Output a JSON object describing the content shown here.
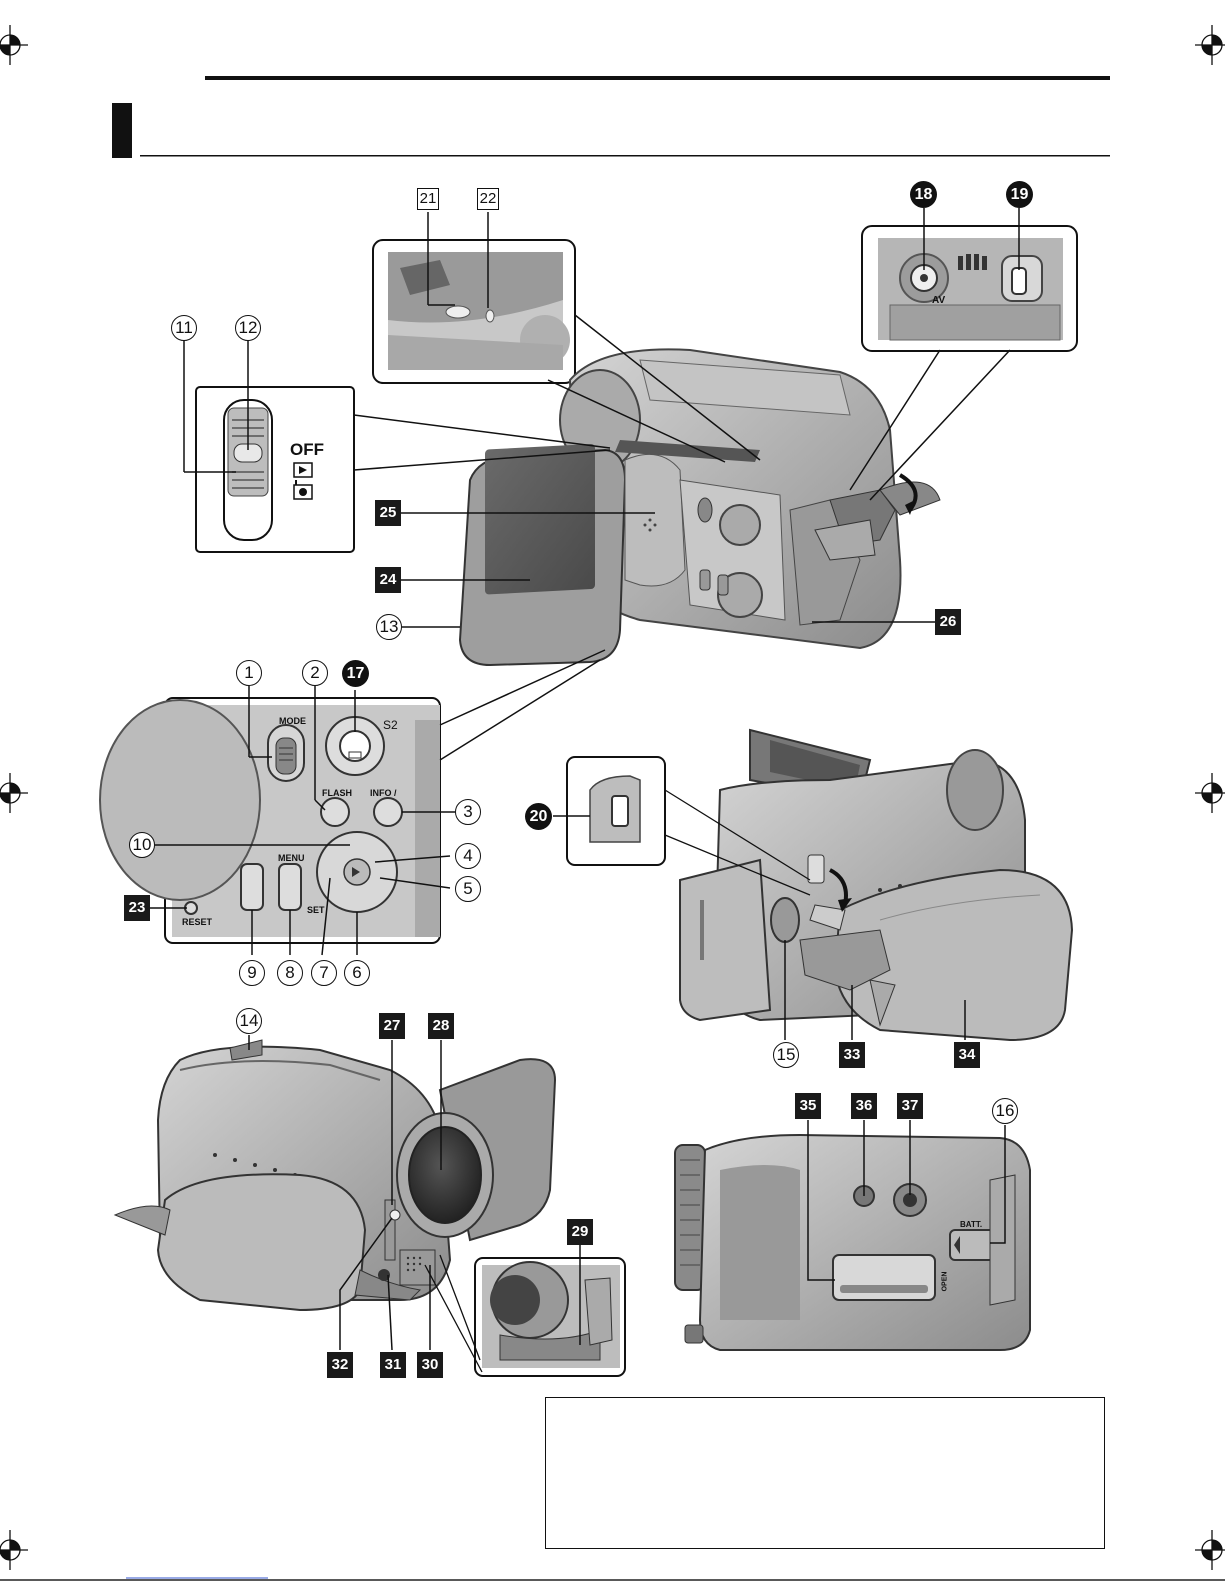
{
  "callouts": {
    "c1": "1",
    "c2": "2",
    "c3": "3",
    "c4": "4",
    "c5": "5",
    "c6": "6",
    "c7": "7",
    "c8": "8",
    "c9": "9",
    "c10": "10",
    "c11": "11",
    "c12": "12",
    "c13": "13",
    "c14": "14",
    "c15": "15",
    "c16": "16",
    "b17": "17",
    "b18": "18",
    "b19": "19",
    "b20": "20",
    "o21": "21",
    "o22": "22",
    "s23": "23",
    "s24": "24",
    "s25": "25",
    "s26": "26",
    "s27": "27",
    "s28": "28",
    "s29": "29",
    "s30": "30",
    "s31": "31",
    "s32": "32",
    "s33": "33",
    "s34": "34",
    "s35": "35",
    "s36": "36",
    "s37": "37"
  },
  "labels": {
    "off": "OFF",
    "mode": "MODE",
    "s2": "S2",
    "flash": "FLASH",
    "info": "INFO /",
    "menu": "MENU",
    "set": "SET",
    "reset": "RESET",
    "av": "AV",
    "batt": "BATT.",
    "open": "OPEN"
  }
}
